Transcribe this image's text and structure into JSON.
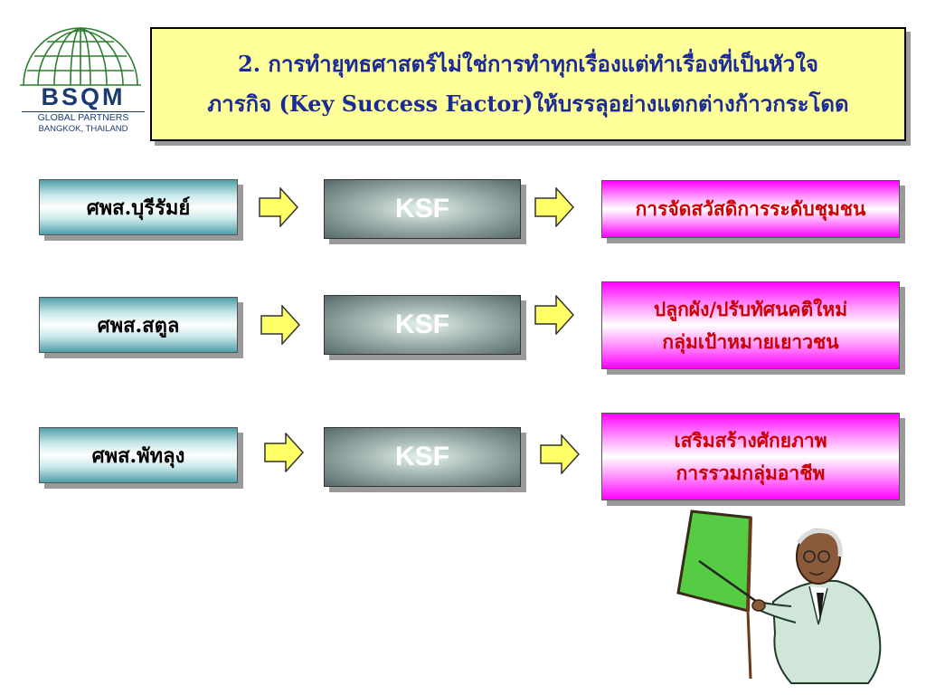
{
  "logo": {
    "brand": "BSQM",
    "line1": "GLOBAL PARTNERS",
    "line2": "BANGKOK, THAILAND"
  },
  "title": {
    "line1": "2.  การทำยุทธศาสตร์ไม่ใช่การทำทุกเรื่องแต่ทำเรื่องที่เป็นหัวใจ",
    "line2": "ภารกิจ (Key  Success  Factor)ให้บรรลุอย่างแตกต่างก้าวกระโดด"
  },
  "rows": [
    {
      "center": "ศพส.บุรีรัมย์",
      "ksf": "KSF",
      "result": [
        "การจัดสวัสดิการระดับชุมชน"
      ]
    },
    {
      "center": "ศพส.สตูล",
      "ksf": "KSF",
      "result": [
        "ปลูกผัง/ปรับทัศนคติใหม่",
        "กลุ่มเป้าหมายเยาวชน"
      ]
    },
    {
      "center": "ศพส.พัทลุง",
      "ksf": "KSF",
      "result": [
        "เสริมสร้างศักยภาพ",
        "การรวมกลุ่มอาชีพ"
      ]
    }
  ],
  "colors": {
    "title_bg": "#ffff99",
    "title_text": "#1a2a9a",
    "arrow_fill": "#ffff66",
    "result_text": "#cc0000",
    "result_bg": "#ff00ff"
  }
}
